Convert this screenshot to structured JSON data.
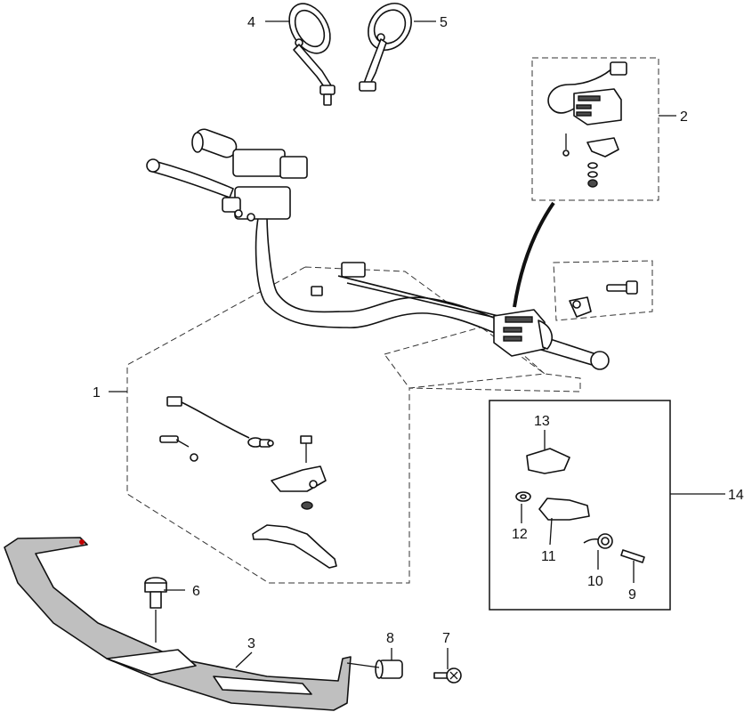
{
  "callouts": {
    "c1": "1",
    "c2": "2",
    "c3": "3",
    "c4": "4",
    "c5": "5",
    "c6": "6",
    "c7": "7",
    "c8": "8",
    "c9": "9",
    "c10": "10",
    "c11": "11",
    "c12": "12",
    "c13": "13",
    "c14": "14"
  },
  "colors": {
    "line": "#111111",
    "shade": "#bfbfbf",
    "dark": "#4a4a4a"
  }
}
